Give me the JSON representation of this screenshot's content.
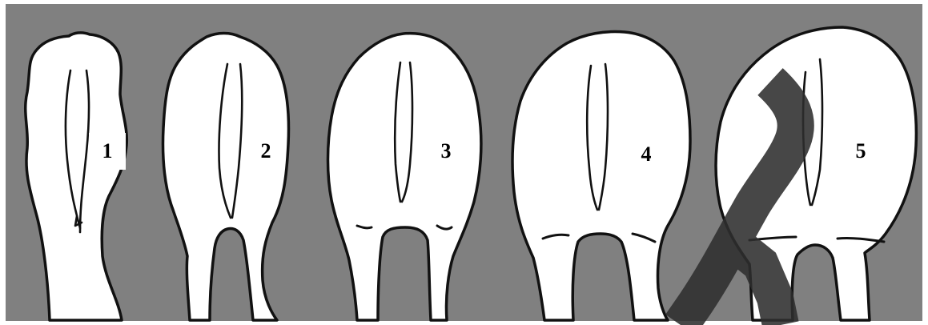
{
  "figure": {
    "background_color": "#808080",
    "frame_color": "#ffffff",
    "silhouette_fill": "#ffffff",
    "outline_color": "#111111",
    "overlay_mark_color": "#2e2e2e",
    "scores": [
      {
        "label": "1"
      },
      {
        "label": "2"
      },
      {
        "label": "3"
      },
      {
        "label": "4"
      },
      {
        "label": "5"
      }
    ]
  }
}
